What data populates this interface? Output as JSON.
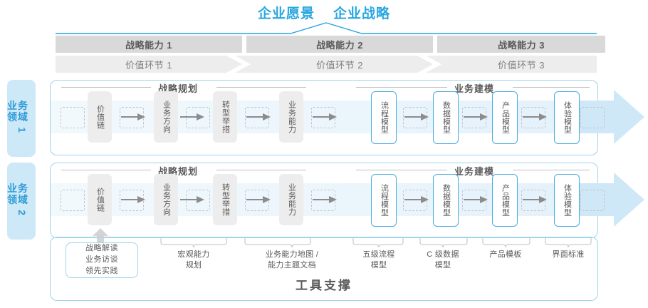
{
  "header": {
    "vision_label": "企业愿景",
    "strategy_label": "企业战略",
    "accent_color": "#29A7DF",
    "capability_band_color": "#D9D9D9",
    "valuelink_band_color": "#EDEDED"
  },
  "capabilities": [
    {
      "label": "战略能力 1"
    },
    {
      "label": "战略能力 2"
    },
    {
      "label": "战略能力 3"
    }
  ],
  "value_links": [
    {
      "label": "价值环节 1"
    },
    {
      "label": "价值环节 2"
    },
    {
      "label": "价值环节 3"
    }
  ],
  "domains": [
    {
      "text": "业务领域",
      "index": "1"
    },
    {
      "text": "业务领域",
      "index": "2"
    }
  ],
  "sections": [
    {
      "title": "战略规划"
    },
    {
      "title": "业务建模"
    }
  ],
  "nodes": [
    {
      "label": "价值链",
      "style": "gray"
    },
    {
      "label": "业务方向",
      "style": "gray"
    },
    {
      "label": "转型举措",
      "style": "gray"
    },
    {
      "label": "业务能力",
      "style": "gray"
    },
    {
      "label": "流程模型",
      "style": "blue"
    },
    {
      "label": "数据模型",
      "style": "blue"
    },
    {
      "label": "产品模型",
      "style": "blue"
    },
    {
      "label": "体验模型",
      "style": "blue"
    }
  ],
  "tool_support": {
    "title": "工具支撑",
    "first_box": "战略解读\n业务访谈\n领先实践",
    "labels": [
      {
        "text": "宏观能力\n规划"
      },
      {
        "text": "业务能力地图 /\n能力主题文档"
      },
      {
        "text": "五级流程\n模型"
      },
      {
        "text": "C 级数据\n模型"
      },
      {
        "text": "产品模板"
      },
      {
        "text": "界面标准"
      }
    ]
  }
}
